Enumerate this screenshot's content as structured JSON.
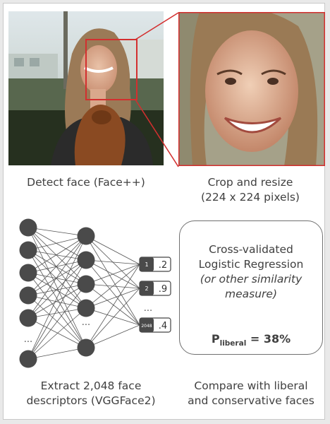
{
  "steps": {
    "detect": {
      "caption": "Detect face (Face++)"
    },
    "crop": {
      "caption_line1": "Crop and resize",
      "caption_line2": "(224 x 224 pixels)"
    },
    "extract": {
      "caption_line1": "Extract 2,048 face",
      "caption_line2": "descriptors (VGGFace2)"
    },
    "compare": {
      "caption_line1": "Compare with liberal",
      "caption_line2": "and conservative faces"
    }
  },
  "model_box": {
    "line1": "Cross-validated",
    "line2": "Logistic Regression",
    "line3": "(or other similarity",
    "line4": "measure)",
    "prob_symbol": "P",
    "prob_subscript": "liberal",
    "prob_value": " = 38%"
  },
  "network": {
    "ellipsis": "...",
    "descriptors": [
      {
        "index": "1",
        "value": ".2"
      },
      {
        "index": "2",
        "value": ".9"
      },
      {
        "index": "2048",
        "value": ".4"
      }
    ]
  },
  "colors": {
    "highlight": "#d32f2f",
    "node": "#4a4a4a",
    "text": "#404040"
  }
}
